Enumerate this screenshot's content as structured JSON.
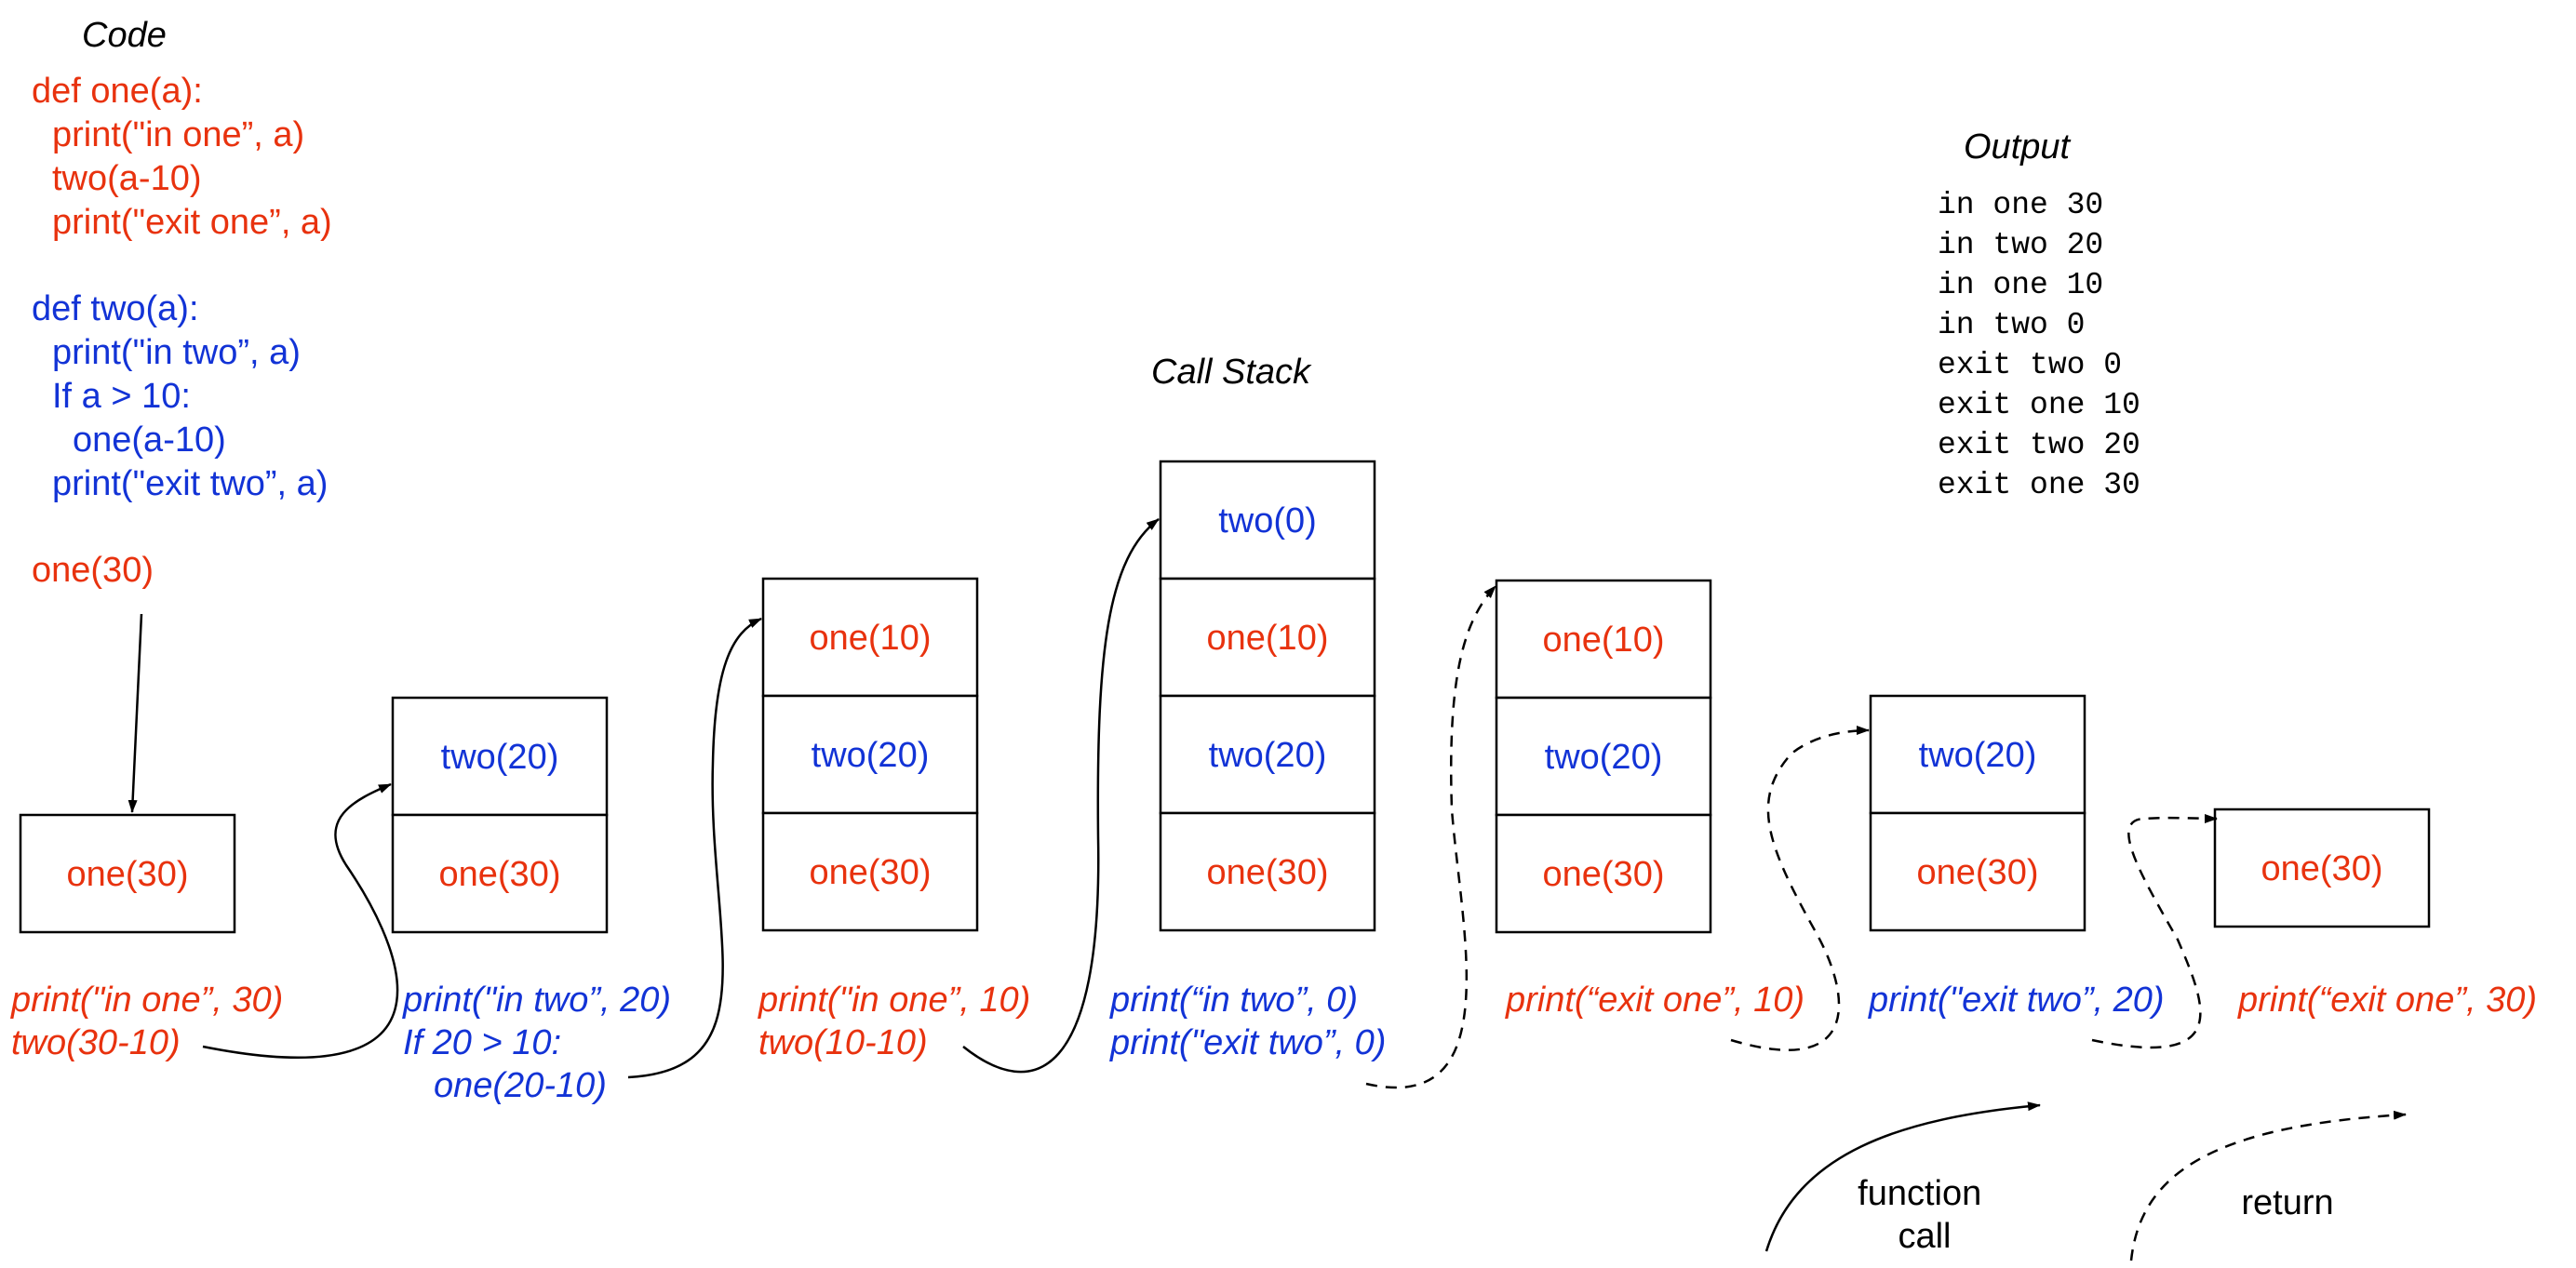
{
  "colors": {
    "one": "#e8320e",
    "two": "#1233d6",
    "ink": "#000000",
    "background": "#ffffff"
  },
  "titles": {
    "code": "Code",
    "call_stack": "Call Stack",
    "output": "Output"
  },
  "code": {
    "lines": [
      {
        "text": "def one(a):",
        "indent": 0,
        "color": "one"
      },
      {
        "text": "print(\"in one”, a)",
        "indent": 1,
        "color": "one"
      },
      {
        "text": "two(a-10)",
        "indent": 1,
        "color": "one"
      },
      {
        "text": "print(\"exit one”, a)",
        "indent": 1,
        "color": "one"
      },
      {
        "text": "def two(a):",
        "indent": 0,
        "color": "two"
      },
      {
        "text": "print(\"in two”, a)",
        "indent": 1,
        "color": "two"
      },
      {
        "text": "If a > 10:",
        "indent": 1,
        "color": "two"
      },
      {
        "text": "one(a-10)",
        "indent": 2,
        "color": "two"
      },
      {
        "text": "print(\"exit two”, a)",
        "indent": 1,
        "color": "two"
      },
      {
        "text": "one(30)",
        "indent": 0,
        "color": "one"
      }
    ]
  },
  "output": {
    "lines": [
      "in one 30",
      "in two 20",
      "in one 10",
      "in two 0",
      "exit two 0",
      "exit one 10",
      "exit two 20",
      "exit one 30"
    ]
  },
  "stacks": [
    {
      "frames": [
        {
          "label": "one(30)",
          "color": "one"
        }
      ]
    },
    {
      "frames": [
        {
          "label": "two(20)",
          "color": "two"
        },
        {
          "label": "one(30)",
          "color": "one"
        }
      ]
    },
    {
      "frames": [
        {
          "label": "one(10)",
          "color": "one"
        },
        {
          "label": "two(20)",
          "color": "two"
        },
        {
          "label": "one(30)",
          "color": "one"
        }
      ]
    },
    {
      "frames": [
        {
          "label": "two(0)",
          "color": "two"
        },
        {
          "label": "one(10)",
          "color": "one"
        },
        {
          "label": "two(20)",
          "color": "two"
        },
        {
          "label": "one(30)",
          "color": "one"
        }
      ]
    },
    {
      "frames": [
        {
          "label": "one(10)",
          "color": "one"
        },
        {
          "label": "two(20)",
          "color": "two"
        },
        {
          "label": "one(30)",
          "color": "one"
        }
      ]
    },
    {
      "frames": [
        {
          "label": "two(20)",
          "color": "two"
        },
        {
          "label": "one(30)",
          "color": "one"
        }
      ]
    },
    {
      "frames": [
        {
          "label": "one(30)",
          "color": "one"
        }
      ]
    }
  ],
  "notes": [
    {
      "lines": [
        {
          "text": "print(\"in one”, 30)",
          "color": "one"
        },
        {
          "text": "two(30-10)",
          "color": "one"
        }
      ]
    },
    {
      "lines": [
        {
          "text": "print(\"in two”, 20)",
          "color": "two"
        },
        {
          "text": "If 20 > 10:",
          "color": "two"
        },
        {
          "text": "one(20-10)",
          "color": "two"
        }
      ]
    },
    {
      "lines": [
        {
          "text": "print(\"in one”, 10)",
          "color": "one"
        },
        {
          "text": "two(10-10)",
          "color": "one"
        }
      ]
    },
    {
      "lines": [
        {
          "text": "print(“in two”, 0)",
          "color": "two"
        },
        {
          "text": "print(\"exit two”, 0)",
          "color": "two"
        }
      ]
    },
    {
      "lines": [
        {
          "text": "print(“exit one”, 10)",
          "color": "one"
        }
      ]
    },
    {
      "lines": [
        {
          "text": "print(\"exit two”, 20)",
          "color": "two"
        }
      ]
    },
    {
      "lines": [
        {
          "text": "print(“exit one”, 30)",
          "color": "one"
        }
      ]
    }
  ],
  "legend": {
    "call_label": "function call",
    "return_label": "return"
  }
}
